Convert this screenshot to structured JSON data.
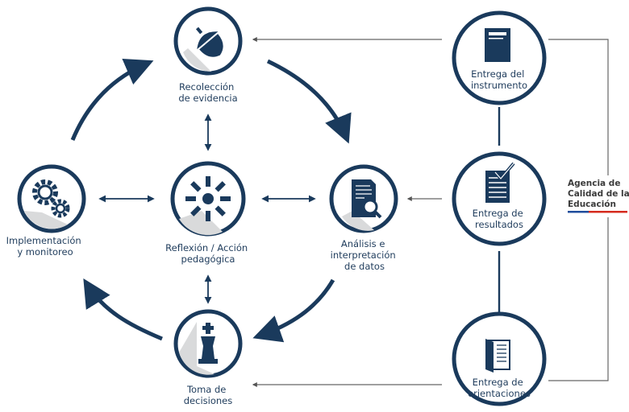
{
  "cycle_nodes": [
    {
      "id": "recoleccion",
      "label_lines": [
        "Recolección",
        "de evidencia"
      ],
      "icon": "acorn-icon"
    },
    {
      "id": "analisis",
      "label_lines": [
        "Análisis e",
        "interpretación",
        "de datos"
      ],
      "icon": "document-magnifier-icon"
    },
    {
      "id": "toma",
      "label_lines": [
        "Toma de",
        "decisiones"
      ],
      "icon": "chess-king-icon"
    },
    {
      "id": "implementacion",
      "label_lines": [
        "Implementación",
        "y monitoreo"
      ],
      "icon": "gears-icon"
    },
    {
      "id": "reflexion",
      "label_lines": [
        "Reflexión / Acción",
        "pedagógica"
      ],
      "icon": "sunburst-icon"
    }
  ],
  "agency_nodes": [
    {
      "id": "instrumento",
      "label_lines": [
        "Entrega del",
        "instrumento"
      ],
      "icon": "document-icon"
    },
    {
      "id": "resultados",
      "label_lines": [
        "Entrega de",
        "resultados"
      ],
      "icon": "checklist-icon"
    },
    {
      "id": "orientaciones",
      "label_lines": [
        "Entrega de",
        "orientaciones"
      ],
      "icon": "book-icon"
    }
  ],
  "agency": {
    "label_lines": [
      "Agencia de",
      "Calidad de la",
      "Educación"
    ],
    "flag_colors": [
      "#1f4e9c",
      "#d52b1e"
    ]
  },
  "colors": {
    "navy": "#1a3a5c",
    "circle_fill": "#ffffff",
    "icon_bg": "#d9dadb"
  }
}
